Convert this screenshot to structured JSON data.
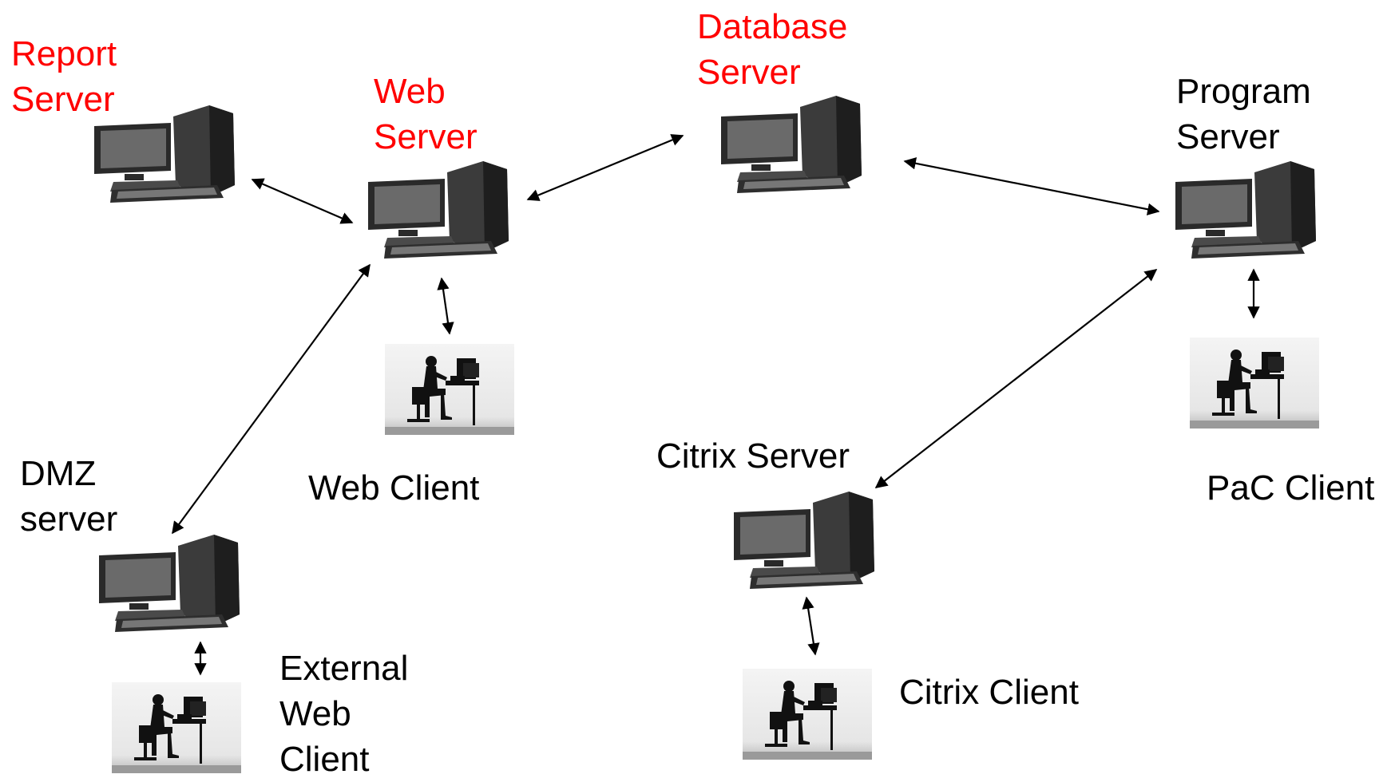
{
  "colors": {
    "server_label": "#ff0000",
    "client_label": "#000000",
    "arrow": "#000000"
  },
  "labels": {
    "report_server": [
      "Report",
      "Server"
    ],
    "web_server": [
      "Web",
      "Server"
    ],
    "database_server": [
      "Database",
      "Server"
    ],
    "program_server": [
      "Program",
      "Server"
    ],
    "dmz_server": [
      "DMZ",
      "server"
    ],
    "web_client": [
      "Web Client"
    ],
    "citrix_server": [
      "Citrix Server"
    ],
    "pac_client": [
      "PaC Client"
    ],
    "external_web_client": [
      "External",
      "Web",
      "Client"
    ],
    "citrix_client": [
      "Citrix Client"
    ]
  },
  "nodes": [
    {
      "id": "report-server-computer",
      "icon": "desktop-computer-icon"
    },
    {
      "id": "web-server-computer",
      "icon": "desktop-computer-icon"
    },
    {
      "id": "database-server-computer",
      "icon": "desktop-computer-icon"
    },
    {
      "id": "program-server-computer",
      "icon": "desktop-computer-icon"
    },
    {
      "id": "dmz-server-computer",
      "icon": "desktop-computer-icon"
    },
    {
      "id": "citrix-server-computer",
      "icon": "desktop-computer-icon"
    },
    {
      "id": "web-client-user",
      "icon": "user-at-workstation-icon"
    },
    {
      "id": "pac-client-user",
      "icon": "user-at-workstation-icon"
    },
    {
      "id": "external-web-client-user",
      "icon": "user-at-workstation-icon"
    },
    {
      "id": "citrix-client-user",
      "icon": "user-at-workstation-icon"
    }
  ],
  "connections": [
    {
      "from": "Report Server",
      "to": "Web Server",
      "direction": "bidirectional"
    },
    {
      "from": "Web Server",
      "to": "Database Server",
      "direction": "bidirectional"
    },
    {
      "from": "Database Server",
      "to": "Program Server",
      "direction": "bidirectional"
    },
    {
      "from": "Web Server",
      "to": "Web Client",
      "direction": "bidirectional"
    },
    {
      "from": "Web Server",
      "to": "DMZ server",
      "direction": "bidirectional"
    },
    {
      "from": "Program Server",
      "to": "PaC Client",
      "direction": "bidirectional"
    },
    {
      "from": "Program Server",
      "to": "Citrix Server",
      "direction": "bidirectional"
    },
    {
      "from": "DMZ server",
      "to": "External Web Client",
      "direction": "bidirectional"
    },
    {
      "from": "Citrix Server",
      "to": "Citrix Client",
      "direction": "bidirectional"
    }
  ]
}
